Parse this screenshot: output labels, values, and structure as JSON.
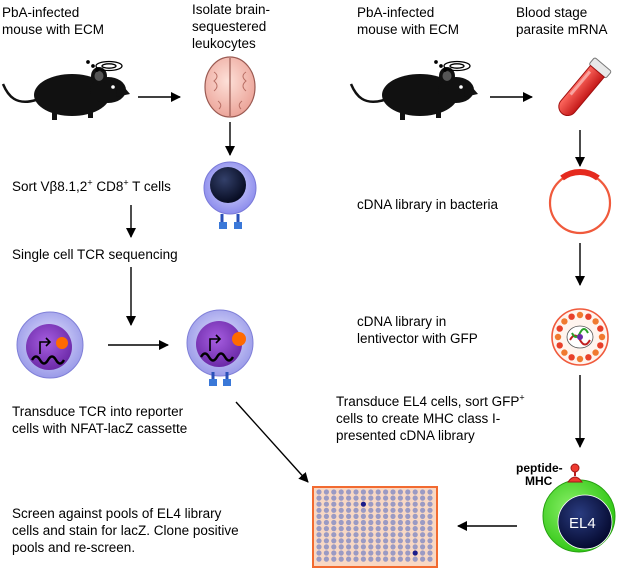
{
  "left": {
    "mouse_label_1": "PbA-infected",
    "mouse_label_2": "mouse with ECM",
    "brain_label_1": "Isolate brain-",
    "brain_label_2": "sequestered",
    "brain_label_3": "leukocytes",
    "sort_prefix": "Sort Vβ8.1,2",
    "sort_sup_1": "+",
    "sort_mid": " CD8",
    "sort_sup_2": "+",
    "sort_suffix": " T cells",
    "sequencing": "Single cell TCR sequencing",
    "transduce_1": "Transduce TCR into reporter",
    "transduce_2": "cells with NFAT-lacZ cassette",
    "screen_1": "Screen against pools of EL4 library",
    "screen_2": "cells and stain for lacZ. Clone positive",
    "screen_3": "pools and re-screen."
  },
  "right": {
    "mouse_label_1": "PbA-infected",
    "mouse_label_2": "mouse with ECM",
    "mrna_label_1": "Blood stage",
    "mrna_label_2": "parasite mRNA",
    "cdna_bacteria": "cDNA library in bacteria",
    "cdna_lenti_1": "cDNA library in",
    "cdna_lenti_2": "lentivector with GFP",
    "el4_1_prefix": "Transduce EL4 cells, sort GFP",
    "el4_1_sup": "+",
    "el4_2": "cells to create MHC class I-",
    "el4_3": "presented cDNA library",
    "peptide_1": "peptide-",
    "peptide_2": "MHC",
    "el4_cell": "EL4"
  },
  "plate": {
    "rows": 12,
    "cols": 16,
    "positive_wells": [
      [
        2,
        6
      ],
      [
        10,
        13
      ]
    ]
  },
  "colors": {
    "mouse": "#111111",
    "brain": "#f4b8b0",
    "tcell_outer": "#9c9cf0",
    "tcell_nucleus": "#0c1433",
    "reporter_nucleus": "#8a3ec8",
    "reporter_dot": "#ff6a00",
    "tube": "#e53030",
    "plasmid": "#f05a3c",
    "plate_border": "#f26a30",
    "plate_bg": "#f8d8c4",
    "well": "#9a9ac4",
    "well_positive": "#1c1c8a",
    "el4_outer": "#46dd2a",
    "el4_nucleus": "#0a1440",
    "mhc": "#ee3a30"
  }
}
